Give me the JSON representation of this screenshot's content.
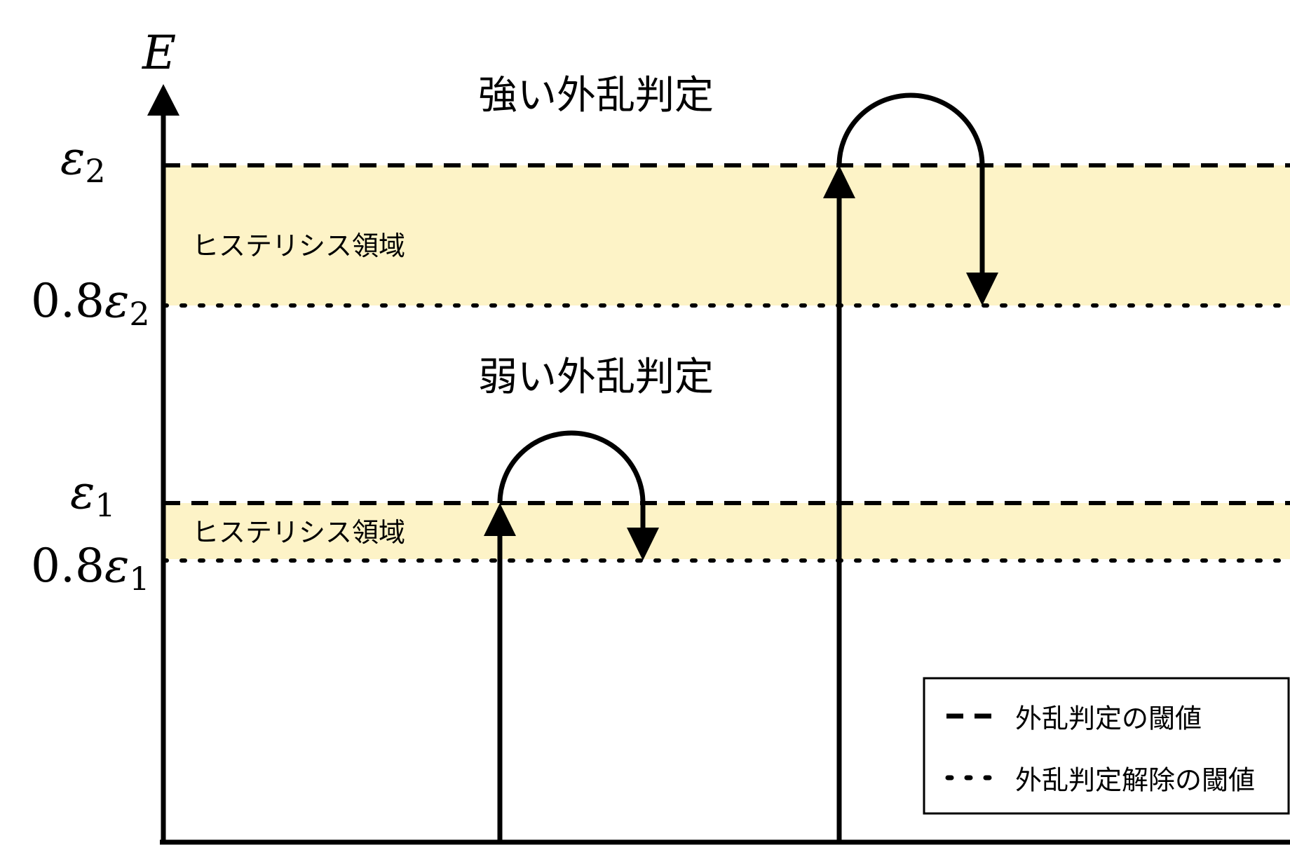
{
  "axis": {
    "y_label": "E"
  },
  "thresholds": {
    "eps2": {
      "symbol": "ε",
      "sub": "2"
    },
    "eps2_release": {
      "coef": "0.8",
      "symbol": "ε",
      "sub": "2"
    },
    "eps1": {
      "symbol": "ε",
      "sub": "1"
    },
    "eps1_release": {
      "coef": "0.8",
      "symbol": "ε",
      "sub": "1"
    }
  },
  "regions": {
    "strong": {
      "title": "強い外乱判定",
      "band_label": "ヒステリシス領域"
    },
    "weak": {
      "title": "弱い外乱判定",
      "band_label": "ヒステリシス領域"
    }
  },
  "legend": {
    "dashed_label": "外乱判定の閾値",
    "dotted_label": "外乱判定解除の閾値"
  },
  "colors": {
    "band_fill": "#fdf3c7",
    "stroke": "#000000"
  }
}
